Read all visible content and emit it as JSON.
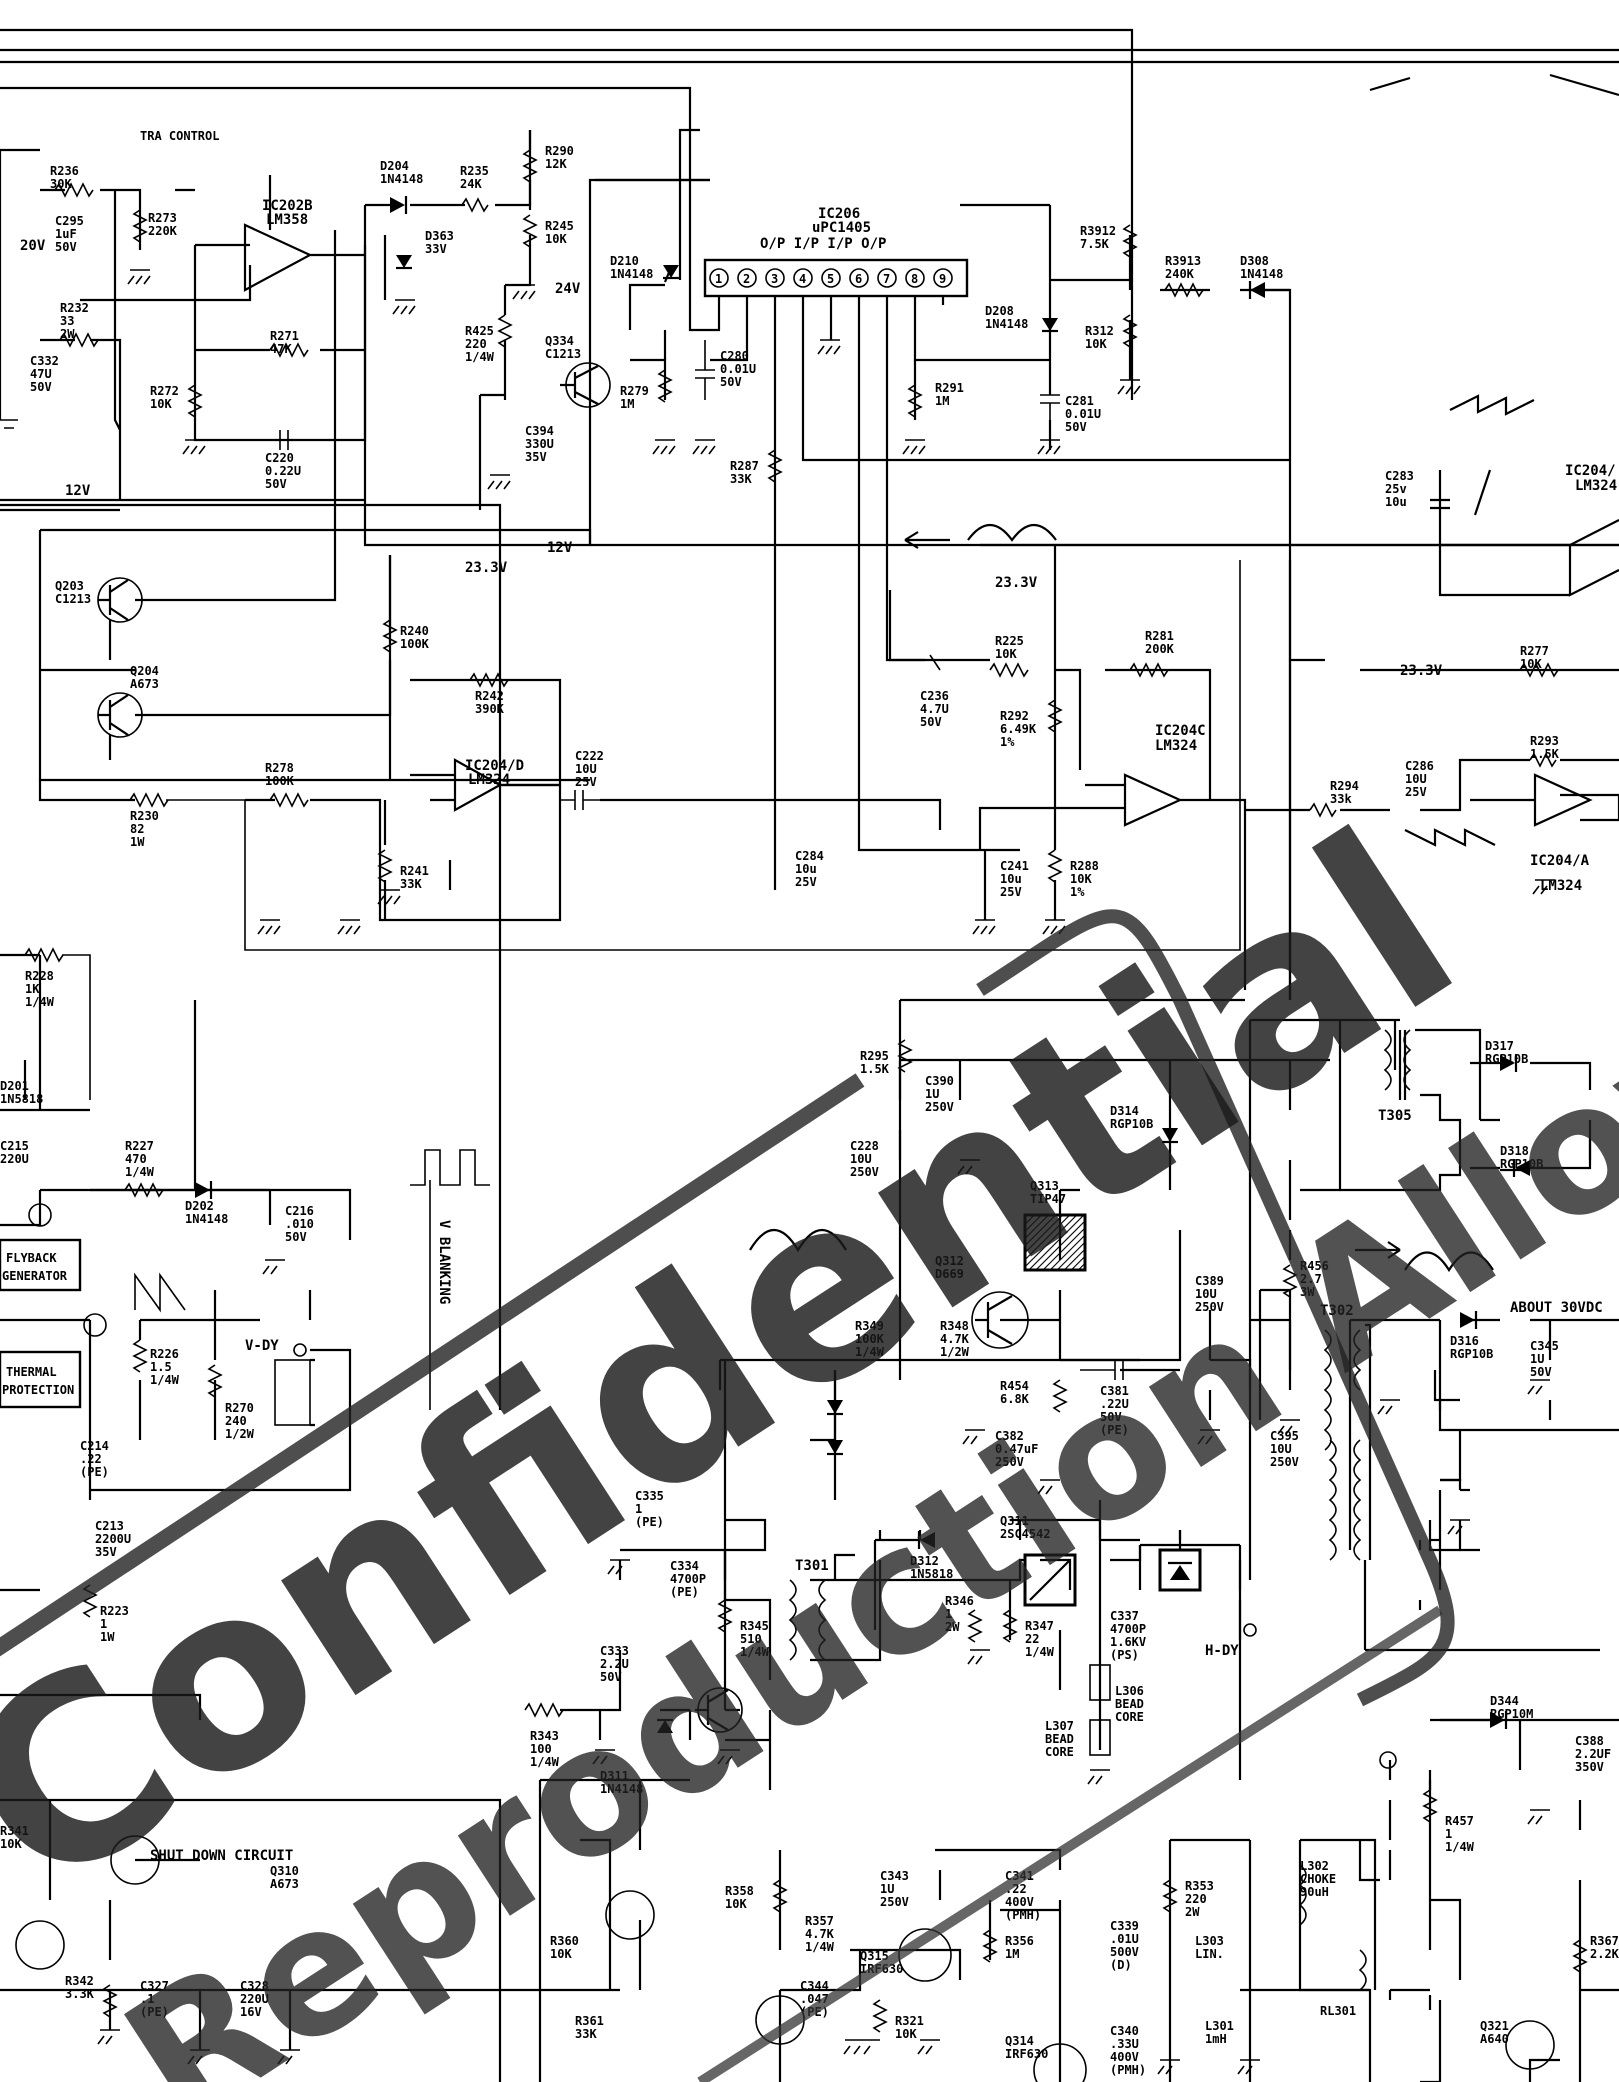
{
  "labels": {
    "extra_control": "TRA CONTROL",
    "v_blanking": "V BLANKING",
    "flyback_generator_l1": "FLYBACK",
    "flyback_generator_l2": "GENERATOR",
    "thermal_protection_l1": "THERMAL",
    "thermal_protection_l2": "PROTECTION",
    "shutdown_circuit": "SHUT DOWN CIRCUIT",
    "about_30vdc": "ABOUT 30VDC",
    "v_dy": "V-DY",
    "h_dy": "H-DY",
    "rail_12v_a": "12V",
    "rail_12v_b": "12V",
    "rail_20v": "20V",
    "rail_24v": "24V",
    "rail_23v_a": "23.3V",
    "rail_23v_b": "23.3V",
    "rail_23v_c": "23.3V",
    "ic206_name": "IC206",
    "ic206_part": "uPC1405",
    "ic206_pins": "O/P I/P  I/P O/P",
    "ic206_pin_numbers": [
      "1",
      "2",
      "3",
      "4",
      "5",
      "6",
      "7",
      "8",
      "9"
    ],
    "ic202b": "IC202B",
    "ic202b_part": "LM358",
    "ic204d": "IC204/D",
    "ic204d_part": "LM324",
    "ic204c": "IC204C",
    "ic204c_part": "LM324",
    "ic204a": "IC204/A",
    "ic204a_part": "LM324",
    "ic204_top": "IC204/",
    "ic204_top_part": "LM324",
    "t301": "T301",
    "t302": "T302",
    "t305": "T305",
    "watermark_1": "Confidential",
    "watermark_2": "Reproduction Allowed"
  },
  "components": [
    {
      "ref": "R236",
      "value": "30K"
    },
    {
      "ref": "C295",
      "value": "1uF 50V"
    },
    {
      "ref": "R273",
      "value": "220K"
    },
    {
      "ref": "R232",
      "value": "33 2W"
    },
    {
      "ref": "C332",
      "value": "47U 50V"
    },
    {
      "ref": "R272",
      "value": "10K"
    },
    {
      "ref": "R271",
      "value": "47K"
    },
    {
      "ref": "C220",
      "value": "0.22U 50V"
    },
    {
      "ref": "D204",
      "value": "1N4148"
    },
    {
      "ref": "R235",
      "value": "24K"
    },
    {
      "ref": "R290",
      "value": "12K"
    },
    {
      "ref": "R245",
      "value": "10K"
    },
    {
      "ref": "D363",
      "value": "33V"
    },
    {
      "ref": "R425",
      "value": "220 1/4W"
    },
    {
      "ref": "Q334",
      "value": "C1213"
    },
    {
      "ref": "C394",
      "value": "330U 35V"
    },
    {
      "ref": "D210",
      "value": "1N4148"
    },
    {
      "ref": "R279",
      "value": "1M"
    },
    {
      "ref": "C280",
      "value": "0.01U 50V"
    },
    {
      "ref": "R291",
      "value": "1M"
    },
    {
      "ref": "R287",
      "value": "33K"
    },
    {
      "ref": "R3912",
      "value": "7.5K"
    },
    {
      "ref": "R3913",
      "value": "240K"
    },
    {
      "ref": "D308",
      "value": "1N4148"
    },
    {
      "ref": "D208",
      "value": "1N4148"
    },
    {
      "ref": "R312",
      "value": "10K"
    },
    {
      "ref": "C281",
      "value": "0.01U 50V"
    },
    {
      "ref": "C283",
      "value": "25v 10u"
    },
    {
      "ref": "Q203",
      "value": "C1213"
    },
    {
      "ref": "Q204",
      "value": "A673"
    },
    {
      "ref": "R240",
      "value": "100K"
    },
    {
      "ref": "R242",
      "value": "390K"
    },
    {
      "ref": "R278",
      "value": "100K"
    },
    {
      "ref": "R241",
      "value": "33K"
    },
    {
      "ref": "C222",
      "value": "10U 25V"
    },
    {
      "ref": "R230",
      "value": "82 1W"
    },
    {
      "ref": "R225",
      "value": "10K"
    },
    {
      "ref": "R281",
      "value": "200K"
    },
    {
      "ref": "C236",
      "value": "4.7U 50V"
    },
    {
      "ref": "R292",
      "value": "6.49K 1%"
    },
    {
      "ref": "C284",
      "value": "10u 25V"
    },
    {
      "ref": "C241",
      "value": "10u 25V"
    },
    {
      "ref": "R288",
      "value": "10K 1%"
    },
    {
      "ref": "R277",
      "value": "10K"
    },
    {
      "ref": "R293",
      "value": "1.5K"
    },
    {
      "ref": "R294",
      "value": "33k"
    },
    {
      "ref": "C286",
      "value": "10U 25V"
    },
    {
      "ref": "R228",
      "value": "1K 1/4W"
    },
    {
      "ref": "D201",
      "value": "1N5818"
    },
    {
      "ref": "C215",
      "value": "220U"
    },
    {
      "ref": "R227",
      "value": "470 1/4W"
    },
    {
      "ref": "D202",
      "value": "1N4148"
    },
    {
      "ref": "C216",
      "value": ".010 50V"
    },
    {
      "ref": "R226",
      "value": "1.5 1/4W"
    },
    {
      "ref": "R270",
      "value": "240 1/2W"
    },
    {
      "ref": "C214",
      "value": ".22 (PE)"
    },
    {
      "ref": "R223",
      "value": "1 1W"
    },
    {
      "ref": "C213",
      "value": "2200U 35V"
    },
    {
      "ref": "R295",
      "value": "1.5K"
    },
    {
      "ref": "C390",
      "value": "1U 250V"
    },
    {
      "ref": "C228",
      "value": "10U 250V"
    },
    {
      "ref": "D314",
      "value": "RGP10B"
    },
    {
      "ref": "Q313",
      "value": "TIP47"
    },
    {
      "ref": "Q312",
      "value": "D669"
    },
    {
      "ref": "R349",
      "value": "100K 1/4W"
    },
    {
      "ref": "R348",
      "value": "4.7K 1/2W"
    },
    {
      "ref": "R454",
      "value": "6.8K"
    },
    {
      "ref": "C381",
      "value": ".22U 50V (PE)"
    },
    {
      "ref": "C382",
      "value": "0.47uF 250V"
    },
    {
      "ref": "C389",
      "value": "10U 250V"
    },
    {
      "ref": "C395",
      "value": "10U 250V"
    },
    {
      "ref": "R456",
      "value": "2.7 3W"
    },
    {
      "ref": "D317",
      "value": "RGP10B"
    },
    {
      "ref": "D318",
      "value": "RGP10B"
    },
    {
      "ref": "D316",
      "value": "RGP10B"
    },
    {
      "ref": "C345",
      "value": "1U 50V"
    },
    {
      "ref": "C335",
      "value": "1 (PE)"
    },
    {
      "ref": "C334",
      "value": "4700P (PE)"
    },
    {
      "ref": "R345",
      "value": "510 1/4W"
    },
    {
      "ref": "D312",
      "value": "1N5818"
    },
    {
      "ref": "R346",
      "value": "1 2W"
    },
    {
      "ref": "R347",
      "value": "22 1/4W"
    },
    {
      "ref": "Q311",
      "value": "2SC4542"
    },
    {
      "ref": "C337",
      "value": "4700P 1.6KV (PS)"
    },
    {
      "ref": "L306",
      "value": "BEAD CORE"
    },
    {
      "ref": "L307",
      "value": "BEAD CORE"
    },
    {
      "ref": "C333",
      "value": "2.2U 50V"
    },
    {
      "ref": "R343",
      "value": "100 1/4W"
    },
    {
      "ref": "D311",
      "value": "1N4148"
    },
    {
      "ref": "D344",
      "value": "RGP10M"
    },
    {
      "ref": "C388",
      "value": "2.2UF 350V"
    },
    {
      "ref": "R457",
      "value": "1 1/4W"
    },
    {
      "ref": "R341",
      "value": "10K"
    },
    {
      "ref": "Q310",
      "value": "A673"
    },
    {
      "ref": "R342",
      "value": "3.3K"
    },
    {
      "ref": "C327",
      "value": ".1 (PE)"
    },
    {
      "ref": "C328",
      "value": "220U 16V"
    },
    {
      "ref": "R358",
      "value": "10K"
    },
    {
      "ref": "R360",
      "value": "10K"
    },
    {
      "ref": "R361",
      "value": "33K"
    },
    {
      "ref": "R357",
      "value": "4.7K 1/4W"
    },
    {
      "ref": "C343",
      "value": "1U 250V"
    },
    {
      "ref": "C341",
      "value": ".22 400V (PMH)"
    },
    {
      "ref": "R356",
      "value": "1M"
    },
    {
      "ref": "C344",
      "value": ".047 (PE)"
    },
    {
      "ref": "R321",
      "value": "10K"
    },
    {
      "ref": "Q315",
      "value": "IRF630"
    },
    {
      "ref": "Q314",
      "value": "IRF630"
    },
    {
      "ref": "C339",
      "value": ".01U 500V (D)"
    },
    {
      "ref": "R353",
      "value": "220 2W"
    },
    {
      "ref": "L303",
      "value": "LIN."
    },
    {
      "ref": "L302",
      "value": "CHOKE 90uH"
    },
    {
      "ref": "C340",
      "value": ".33U 400V (PMH)"
    },
    {
      "ref": "L301",
      "value": "1mH"
    },
    {
      "ref": "RL301",
      "value": ""
    },
    {
      "ref": "R367",
      "value": "2.2K"
    },
    {
      "ref": "Q321",
      "value": "A640"
    }
  ]
}
